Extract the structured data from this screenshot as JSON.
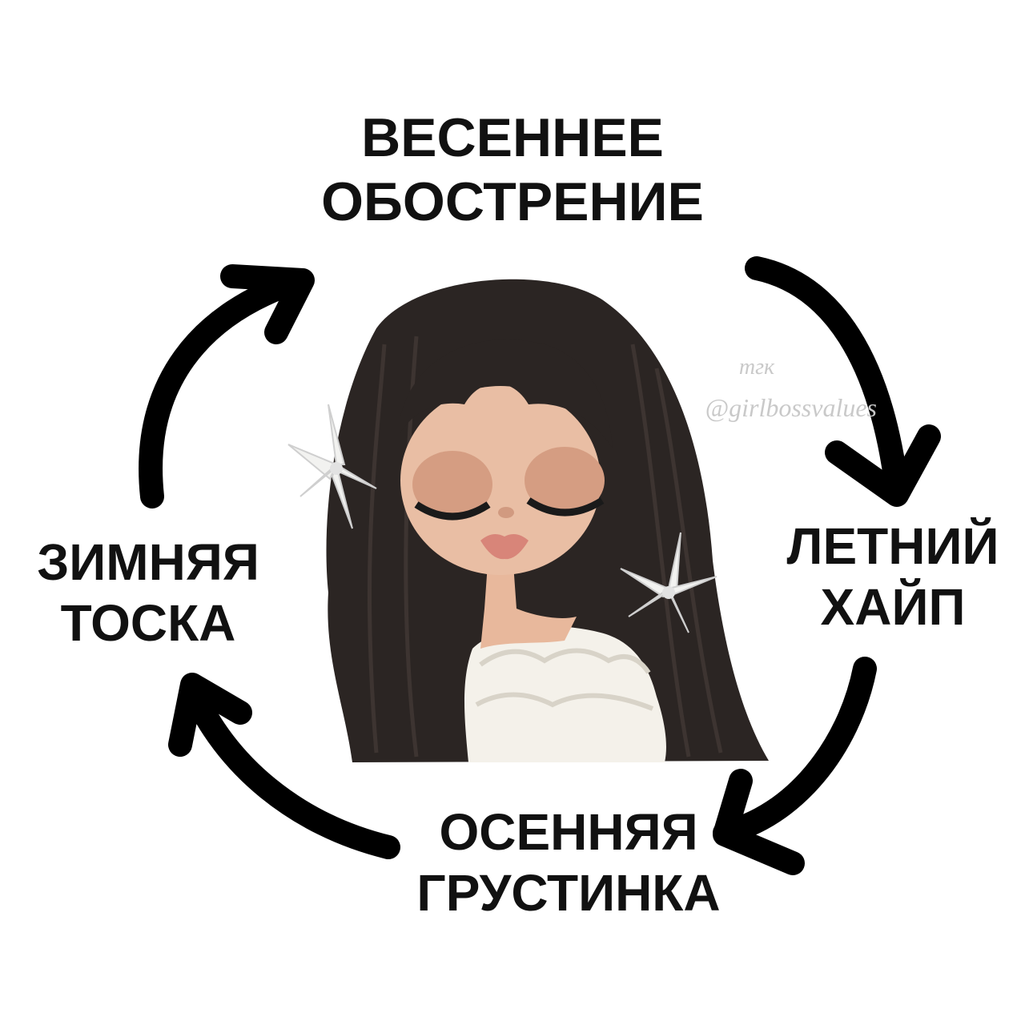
{
  "labels": {
    "spring": {
      "line1": "ВЕСЕННЕЕ",
      "line2": "ОБОСТРЕНИЕ"
    },
    "summer": {
      "line1": "ЛЕТНИЙ",
      "line2": "ХАЙП"
    },
    "autumn": {
      "line1": "ОСЕННЯЯ",
      "line2": "ГРУСТИНКА"
    },
    "winter": {
      "line1": "ЗИМНЯЯ",
      "line2": "ТОСКА"
    }
  },
  "watermark": {
    "top": "тгк",
    "handle": "@girlbossvalues"
  },
  "colors": {
    "text": "#111111",
    "arrow": "#000000",
    "hair": "#2b2523",
    "skin": "#e8b89c",
    "dress": "#f4f1ea",
    "flower": "#f2f2f0",
    "watermark": "#c9c9c9"
  },
  "icons": {
    "arrows": "curved-arrow-icon",
    "doll": "doll-illustration",
    "flowers": "lily-flower-icon"
  }
}
